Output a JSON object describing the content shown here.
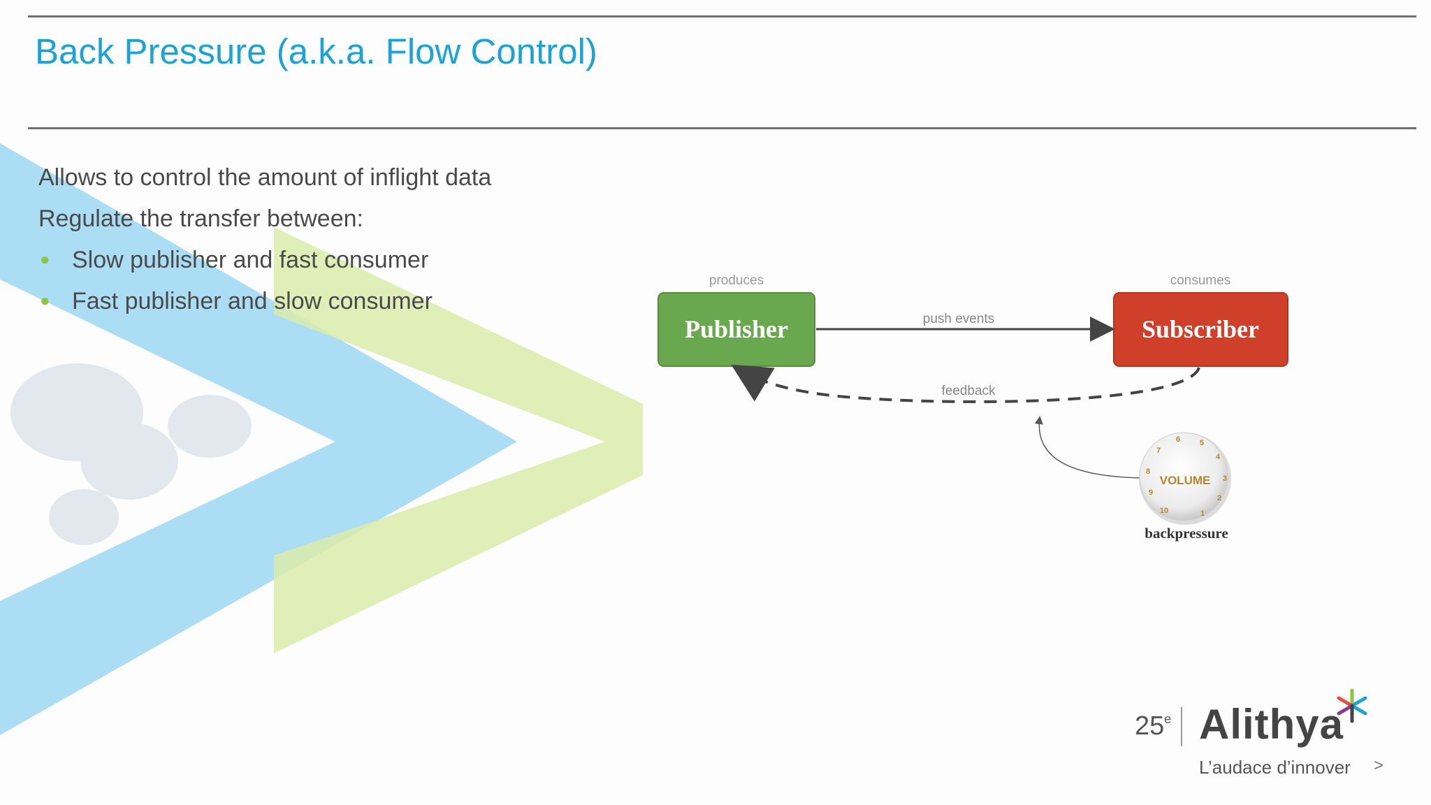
{
  "slide": {
    "title": "Back Pressure (a.k.a. Flow Control)",
    "body": {
      "lines": [
        "Allows to control the amount of inflight data",
        "Regulate the transfer between:"
      ],
      "bullets": [
        "Slow publisher and fast consumer",
        "Fast publisher and slow consumer"
      ]
    }
  },
  "diagram": {
    "publisher": {
      "label": "Publisher",
      "caption": "produces",
      "color": "#6aa84f"
    },
    "subscriber": {
      "label": "Subscriber",
      "caption": "consumes",
      "color": "#d03f2a"
    },
    "push_label": "push events",
    "feedback_label": "feedback",
    "knob": {
      "label": "VOLUME",
      "caption": "backpressure",
      "dial_numbers": [
        "1",
        "2",
        "3",
        "4",
        "5",
        "6",
        "7",
        "8",
        "9",
        "10"
      ]
    }
  },
  "footer": {
    "logo": {
      "anniversary_number": "25",
      "anniversary_suffix": "e",
      "brand": "Alithya",
      "tagline": "L’audace d’innover"
    },
    "next_label": ">"
  },
  "colors": {
    "title": "#1ba3d6",
    "bullet": "#8cc63f",
    "shape_blue": "#a7dcf4",
    "shape_green": "#d9ecaa"
  }
}
